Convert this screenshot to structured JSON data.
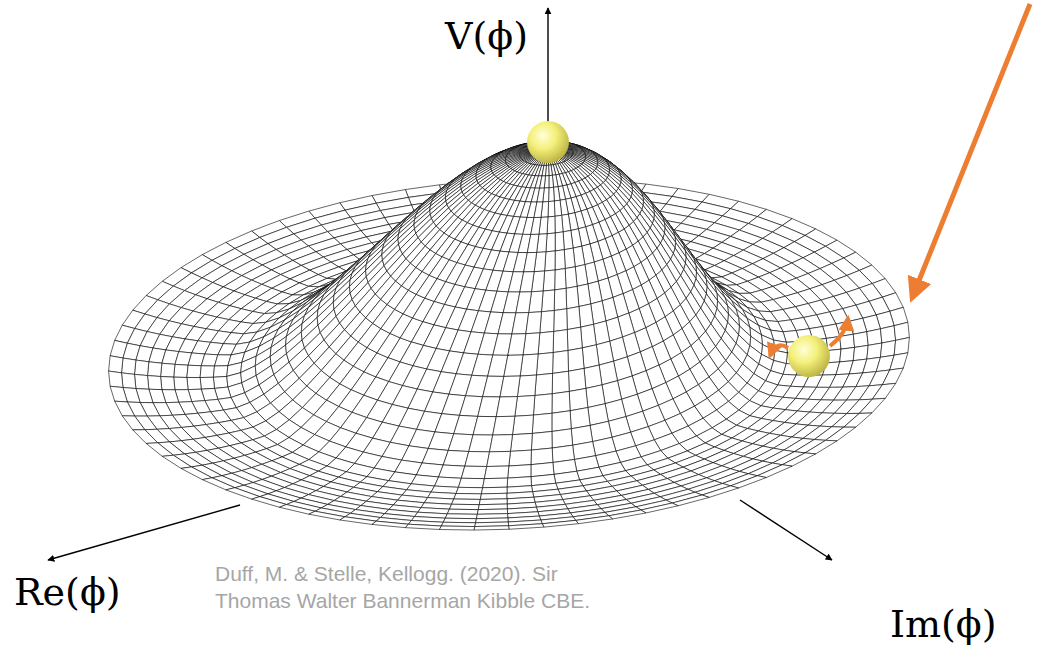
{
  "diagram": {
    "caption": "Duff, M. & Stelle, Kellogg. (2020). Sir Thomas Walter Bannerman Kibble CBE.",
    "labels": [
      "V(ϕ)",
      "Re(ϕ)",
      "Im(ϕ)"
    ]
  }
}
